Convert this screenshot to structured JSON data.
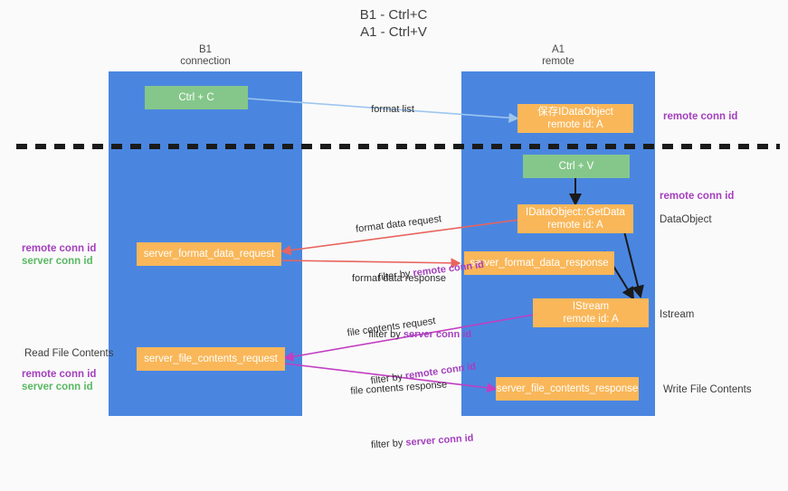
{
  "title": "B1 - Ctrl+C\nA1 - Ctrl+V",
  "colors": {
    "band": "#4a86e0",
    "green_node": "#85c78a",
    "orange_node": "#f9b759",
    "purple_accent": "#a43fbe",
    "green_accent": "#59b862",
    "red_arrow": "#e8645e",
    "magenta_arrow": "#c23ec2",
    "lightblue_arrow": "#9dc6ee",
    "black_arrow": "#1a1a1a",
    "background": "#fafafa"
  },
  "columns": [
    {
      "name": "B1",
      "sub": "connection",
      "header": "B1\nconnection"
    },
    {
      "name": "A1",
      "sub": "remote",
      "header": "A1\nremote"
    }
  ],
  "nodes": {
    "ctrl_c": {
      "label": "Ctrl + C",
      "kind": "green"
    },
    "save_idataobject": {
      "label": "保存IDataObject\nremote id: A",
      "kind": "orange"
    },
    "ctrl_v": {
      "label": "Ctrl + V",
      "kind": "green"
    },
    "idataobject_getdata": {
      "label": "IDataObject::GetData\nremote id: A",
      "kind": "orange"
    },
    "server_format_data_request": {
      "label": "server_format_data_request",
      "kind": "orange"
    },
    "server_format_data_response": {
      "label": "server_format_data_response",
      "kind": "orange"
    },
    "istream": {
      "label": "IStream\nremote id: A",
      "kind": "orange"
    },
    "server_file_contents_request": {
      "label": "server_file_contents_request",
      "kind": "orange"
    },
    "server_file_contents_response": {
      "label": "server_file_contents_response",
      "kind": "orange"
    }
  },
  "edge_labels": {
    "format_list": "format list",
    "format_data_request": "format data request",
    "format_data_request_filter_prefix": "filter by ",
    "format_data_request_filter_key": "remote conn id",
    "format_data_response": "format data response",
    "format_data_response_filter_prefix": "filter by ",
    "format_data_response_filter_key": "server conn id",
    "file_contents_request": "file contents request",
    "file_contents_request_filter_prefix": "filter by ",
    "file_contents_request_filter_key": "remote conn id",
    "file_contents_response": "file contents response",
    "file_contents_response_filter_prefix": "filter by ",
    "file_contents_response_filter_key": "server conn id"
  },
  "annotations": {
    "right_remote_conn_id_top": "remote conn id",
    "right_remote_conn_id_mid": "remote conn id",
    "right_dataobject": "DataObject",
    "right_istream": "Istream",
    "right_write_file_contents": "Write File Contents",
    "left_remote_conn_id_mid": "remote conn id",
    "left_server_conn_id_mid": "server conn id",
    "left_read_file_contents": "Read File Contents",
    "left_remote_conn_id_bottom": "remote conn id",
    "left_server_conn_id_bottom": "server conn id"
  }
}
